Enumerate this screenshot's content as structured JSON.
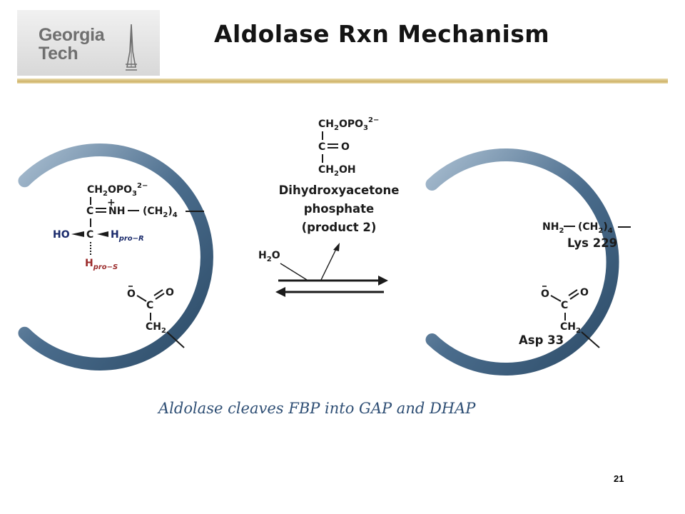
{
  "header": {
    "logo_line1": "Georgia",
    "logo_line2": "Tech",
    "title": "Aldolase Rxn Mechanism"
  },
  "caption": "Aldolase cleaves FBP into GAP and DHAP",
  "page_number": "21",
  "dhap": {
    "name_line1": "Dihydroxyacetone",
    "name_line2": "phosphate",
    "name_line3": "(product 2)"
  },
  "reaction": {
    "water": "H2O"
  },
  "right_enzyme": {
    "lys_label": "Lys 229",
    "asp_label": "Asp 33"
  },
  "colors": {
    "enzyme_ring": "#4a6c8c",
    "stereo_red": "#9b2b2b",
    "caption": "#2e4e74",
    "gold_bar": "#cfb46a"
  }
}
